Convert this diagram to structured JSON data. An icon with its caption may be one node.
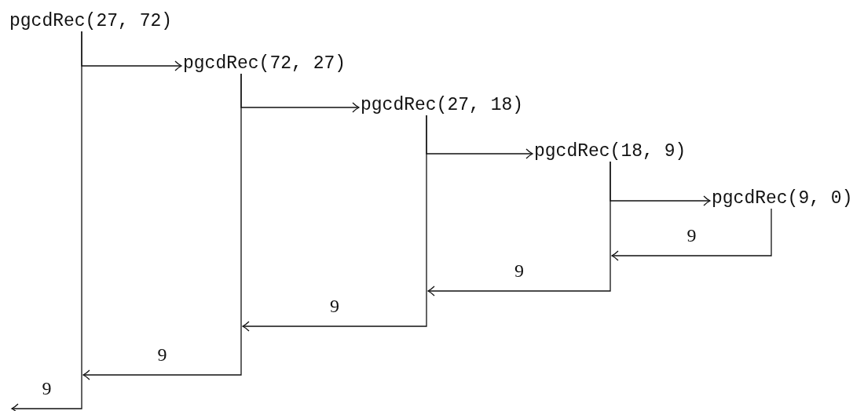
{
  "diagram": {
    "nodes": [
      {
        "text": [
          "pgcdRec(27, 72)"
        ]
      },
      {
        "text": [
          "pgcdRec(72, 27)"
        ]
      },
      {
        "text": [
          "pgcdRec(27, 18)"
        ]
      },
      {
        "text": [
          "pgcdRec(18, 9)"
        ]
      },
      {
        "text": [
          "pgcdRec(9, 0)"
        ]
      }
    ],
    "edges": [
      {
        "from": 0,
        "to": 1,
        "arrow": "to"
      },
      {
        "from": 1,
        "to": 2,
        "arrow": "to"
      },
      {
        "from": 2,
        "to": 3,
        "arrow": "to"
      },
      {
        "from": 3,
        "to": 4,
        "arrow": "to"
      },
      {
        "from": 4,
        "to": null,
        "arrow": "to",
        "label": "9"
      },
      {
        "from": 3,
        "to": null,
        "arrow": "to",
        "label": "9"
      },
      {
        "from": 2,
        "to": null,
        "arrow": "to",
        "label": "9"
      },
      {
        "from": 1,
        "to": null,
        "arrow": "to",
        "label": "9"
      },
      {
        "from": 0,
        "to": null,
        "arrow": "to",
        "label": "9"
      }
    ]
  }
}
